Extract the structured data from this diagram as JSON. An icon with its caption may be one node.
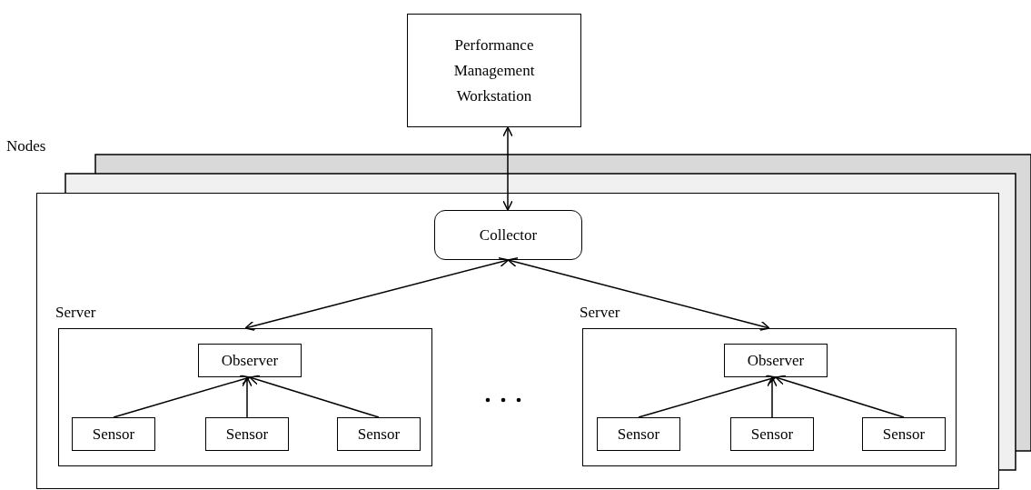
{
  "diagram": {
    "nodes": [
      {
        "text": [
          "Performance Management Workstation"
        ]
      },
      {
        "text": [
          "Nodes"
        ]
      },
      {
        "text": [
          "Collector"
        ],
        "in": 1
      },
      {
        "text": [
          "Server"
        ],
        "in": 1
      },
      {
        "text": [
          "Observer"
        ],
        "in": 3
      },
      {
        "text": [
          "Sensor"
        ],
        "in": 3
      },
      {
        "text": [
          "Sensor"
        ],
        "in": 3
      },
      {
        "text": [
          "Sensor"
        ],
        "in": 3
      },
      {
        "text": [
          "Server"
        ],
        "in": 1
      },
      {
        "text": [
          "Observer"
        ],
        "in": 8
      },
      {
        "text": [
          "Sensor"
        ],
        "in": 8
      },
      {
        "text": [
          "Sensor"
        ],
        "in": 8
      },
      {
        "text": [
          "Sensor"
        ],
        "in": 8
      }
    ],
    "edges": [
      {
        "from": 0,
        "to": 2,
        "arrow": "both"
      },
      {
        "from": 2,
        "to": 3,
        "arrow": "both"
      },
      {
        "from": 2,
        "to": 8,
        "arrow": "both"
      },
      {
        "from": 5,
        "to": 4,
        "arrow": "to"
      },
      {
        "from": 6,
        "to": 4,
        "arrow": "to"
      },
      {
        "from": 7,
        "to": 4,
        "arrow": "to"
      },
      {
        "from": 10,
        "to": 9,
        "arrow": "to"
      },
      {
        "from": 11,
        "to": 9,
        "arrow": "to"
      },
      {
        "from": 12,
        "to": 9,
        "arrow": "to"
      }
    ]
  }
}
